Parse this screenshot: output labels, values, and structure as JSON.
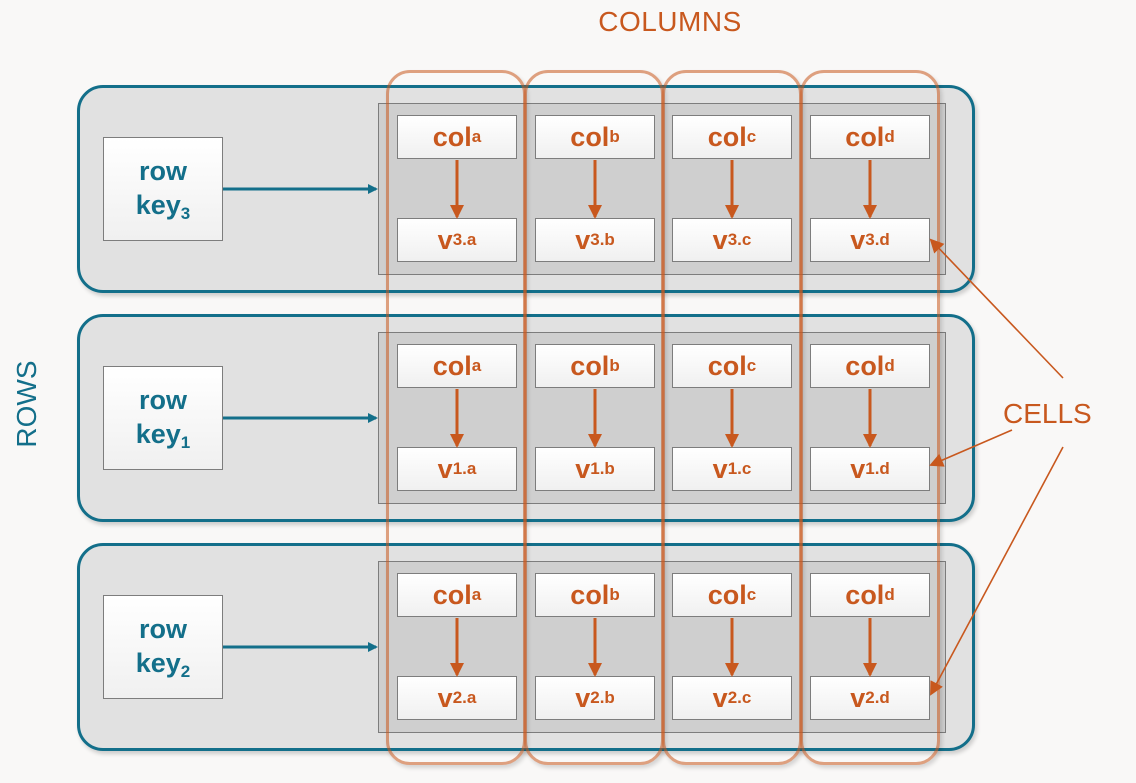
{
  "labels": {
    "columns_title": "COLUMNS",
    "rows_title": "ROWS",
    "cells_title": "CELLS"
  },
  "colors": {
    "row_accent": "#136f8a",
    "column_accent": "#c8581e",
    "band_fill": "#e1e1e1",
    "inner_fill": "#cfcfcf"
  },
  "columns": [
    "a",
    "b",
    "c",
    "d"
  ],
  "column_prefix": "col",
  "value_prefix": "v",
  "rows": [
    {
      "key_line1": "row",
      "key_line2": "key",
      "key_sub": "3",
      "id": "3",
      "cells": [
        {
          "col": "a",
          "value_sub": "3.a"
        },
        {
          "col": "b",
          "value_sub": "3.b"
        },
        {
          "col": "c",
          "value_sub": "3.c"
        },
        {
          "col": "d",
          "value_sub": "3.d"
        }
      ]
    },
    {
      "key_line1": "row",
      "key_line2": "key",
      "key_sub": "1",
      "id": "1",
      "cells": [
        {
          "col": "a",
          "value_sub": "1.a"
        },
        {
          "col": "b",
          "value_sub": "1.b"
        },
        {
          "col": "c",
          "value_sub": "1.c"
        },
        {
          "col": "d",
          "value_sub": "1.d"
        }
      ]
    },
    {
      "key_line1": "row",
      "key_line2": "key",
      "key_sub": "2",
      "id": "2",
      "cells": [
        {
          "col": "a",
          "value_sub": "2.a"
        },
        {
          "col": "b",
          "value_sub": "2.b"
        },
        {
          "col": "c",
          "value_sub": "2.c"
        },
        {
          "col": "d",
          "value_sub": "2.d"
        }
      ]
    }
  ],
  "cells_callout_targets": [
    "3.d",
    "1.d",
    "2.d"
  ]
}
